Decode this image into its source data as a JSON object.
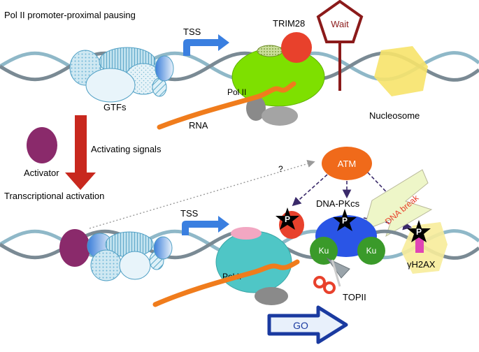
{
  "title": "Pol II promoter-proximal pausing",
  "top": {
    "tss": "TSS",
    "trim28": "TRIM28",
    "wait": "Wait",
    "gtfs": "GTFs",
    "pol2": "Pol II",
    "rna": "RNA",
    "nucleosome": "Nucleosome"
  },
  "middle": {
    "activating_signals": "Activating signals",
    "activator": "Activator",
    "transcriptional_activation": "Transcriptional activation",
    "question": "?",
    "atm": "ATM",
    "dna_pkcs": "DNA-PKcs",
    "dna_break": "DNA break"
  },
  "bottom": {
    "tss": "TSS",
    "p": "P",
    "ku": "Ku",
    "h2ax": "γH2AX",
    "pol2": "Pol II",
    "topii": "TOPII",
    "go": "GO"
  },
  "colors": {
    "dna_strand_a": "#8fb8c8",
    "dna_strand_b": "#7a8a94",
    "tss_arrow": "#3a7fe0",
    "trim28": "#e8412c",
    "wait_sign": "#8b1a1a",
    "pol2_top": "#7ee000",
    "pol2_bottom": "#4fc6c6",
    "rna": "#f07c1c",
    "nucleosome": "#f7e36a",
    "activator": "#8a2a6b",
    "activation_arrow": "#c8281e",
    "atm": "#f06a1a",
    "dna_pkcs": "#2a55e6",
    "ku": "#3a9a2a",
    "go_arrow": "#1a3aa0"
  }
}
